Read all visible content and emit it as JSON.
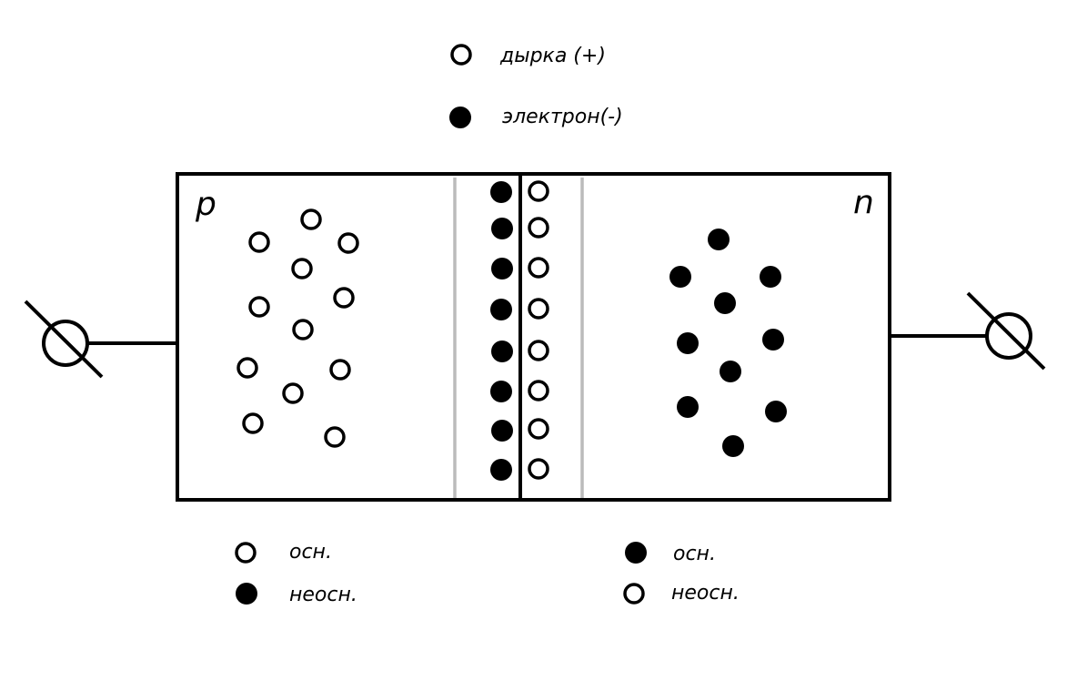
{
  "legend": {
    "hole_label": "дырка (+)",
    "electron_label": "электрон(-)"
  },
  "regions": {
    "p_label": "p",
    "n_label": "n"
  },
  "p_carriers": {
    "majority_label": "осн.",
    "minority_label": "неосн."
  },
  "n_carriers": {
    "majority_label": "осн.",
    "minority_label": "неосн."
  },
  "colors": {
    "stroke": "#000000",
    "fill_electron": "#000000",
    "fill_hole": "#ffffff",
    "depletion_boundary": "#bbbbbb"
  },
  "icons": {
    "terminal": "terminal-icon",
    "hole": "hole-icon",
    "electron": "electron-icon"
  }
}
